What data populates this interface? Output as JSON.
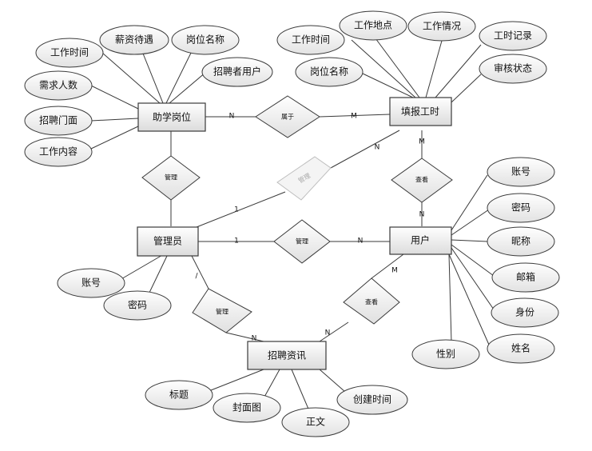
{
  "entities": {
    "assistant_post": "助学岗位",
    "work_report": "填报工时",
    "admin": "管理员",
    "user": "用户",
    "recruit_info": "招聘资讯"
  },
  "relations": {
    "belongs": "属于",
    "manage_post": "管理",
    "manage_report": "管理",
    "manage_user": "管理",
    "manage_info": "管理",
    "view_report": "查看",
    "view_info": "查看"
  },
  "attributes": {
    "post": [
      "工作时间",
      "薪资待遇",
      "岗位名称",
      "招聘者用户",
      "需求人数",
      "招聘门面",
      "工作内容"
    ],
    "report": [
      "工作时间",
      "工作地点",
      "工作情况",
      "工时记录",
      "岗位名称",
      "审核状态"
    ],
    "admin": [
      "账号",
      "密码"
    ],
    "user": [
      "账号",
      "密码",
      "昵称",
      "邮箱",
      "身份",
      "姓名",
      "性别"
    ],
    "info": [
      "标题",
      "封面图",
      "正文",
      "创建时间"
    ]
  },
  "cardinality": {
    "belongs_post": "N",
    "belongs_report": "M",
    "manage_report_admin": "1",
    "manage_report_report": "N",
    "view_report_report": "M",
    "view_report_user": "N",
    "manage_user_admin": "1",
    "manage_user_user": "N",
    "manage_info_admin": "/",
    "manage_info_info": "N",
    "view_info_user": "M",
    "view_info_info": "N"
  }
}
